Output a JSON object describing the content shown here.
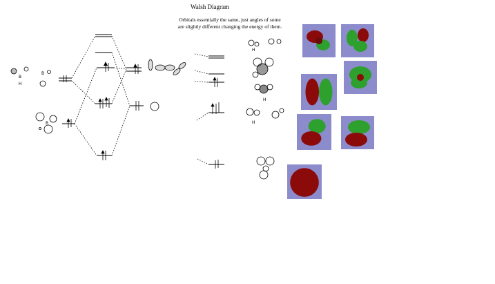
{
  "title": "Walsh Diagram",
  "caption": {
    "line1": "Orbitals essentially the same, just angles of some",
    "line2": "are slightly different changing the energy of them."
  },
  "atom_labels": {
    "boron": "B",
    "hydrogen": "H"
  },
  "colors": {
    "background": "#ffffff",
    "orbital_panel": "#8c8ccc",
    "lobe_positive": "#8b0b0b",
    "lobe_negative": "#2ea02e",
    "line": "#000000"
  }
}
